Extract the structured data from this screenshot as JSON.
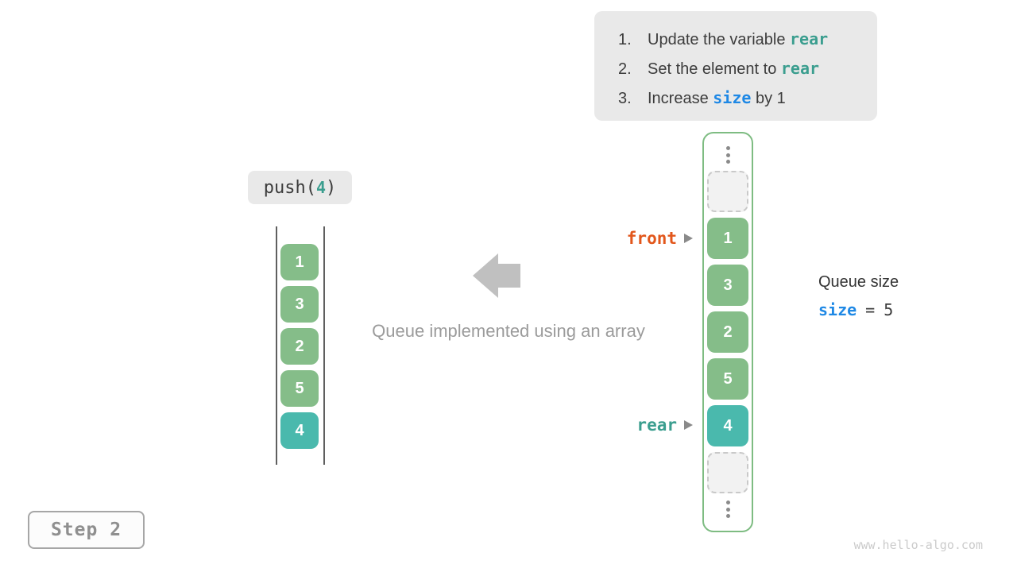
{
  "instructions": {
    "items": [
      {
        "num": "1.",
        "pre": "Update the variable ",
        "code": "rear",
        "post": ""
      },
      {
        "num": "2.",
        "pre": "Set the element to ",
        "code": "rear",
        "post": ""
      },
      {
        "num": "3.",
        "pre": "Increase ",
        "code": "size",
        "post": " by 1"
      }
    ]
  },
  "push_label": {
    "fn": "push(",
    "arg": "4",
    "close": ")"
  },
  "left_stack": {
    "values": [
      "1",
      "3",
      "2",
      "5",
      "4"
    ],
    "highlight_index": 4
  },
  "caption": "Queue implemented using an array",
  "array": {
    "cells": [
      "1",
      "3",
      "2",
      "5",
      "4"
    ],
    "highlight_index": 4
  },
  "pointers": {
    "front": "front",
    "rear": "rear"
  },
  "queue_size": {
    "label": "Queue size",
    "var": "size",
    "eq": "=",
    "value": "5"
  },
  "step": "Step 2",
  "watermark": "www.hello-algo.com",
  "colors": {
    "green_cell": "#85bd89",
    "teal_cell": "#4ab9ad",
    "teal_code": "#3b9e8f",
    "blue_code": "#1e88e5",
    "orange_front": "#e2571c",
    "panel_bg": "#e9e9e9",
    "arrow_gray": "#c0c0c0",
    "container_border": "#7ebc82"
  }
}
